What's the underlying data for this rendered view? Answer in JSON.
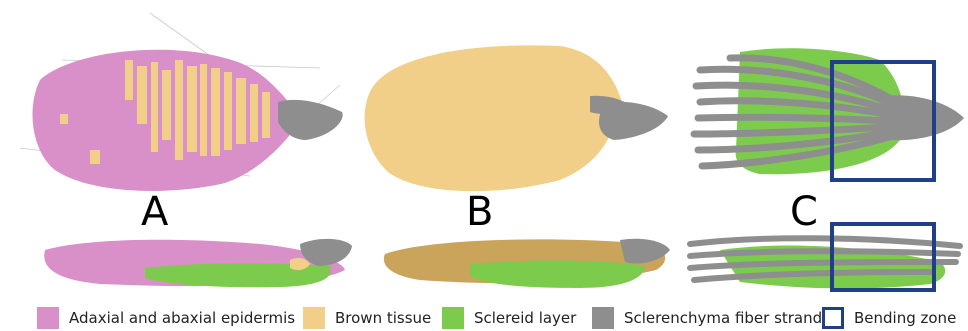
{
  "panels": [
    {
      "label": "A"
    },
    {
      "label": "B"
    },
    {
      "label": "C"
    }
  ],
  "legend": [
    {
      "label": "Adaxial and abaxial epidermis",
      "color": "#d98fc8"
    },
    {
      "label": "Brown tissue",
      "color": "#f2cf88"
    },
    {
      "label": "Sclereid layer",
      "color": "#7dcb4d"
    },
    {
      "label": "Sclerenchyma fiber strand",
      "color": "#8e8e8e"
    },
    {
      "label": "Bending zone",
      "color": "#1f3f86"
    }
  ]
}
